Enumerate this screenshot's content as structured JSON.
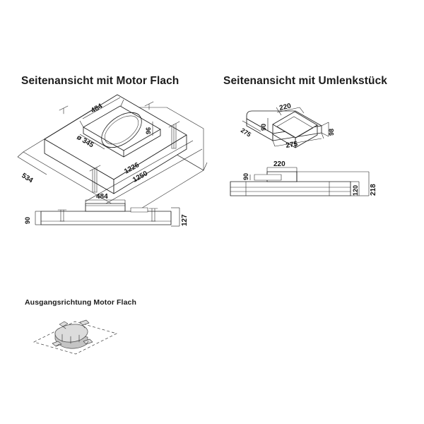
{
  "page": {
    "background": "#ffffff",
    "line_color": "#1d1d1d",
    "text_color": "#1c1c1c",
    "motor_fill": "#dcdcdc"
  },
  "sections": {
    "motor_flach": {
      "title": "Seitenansicht mit Motor Flach",
      "iso_view": {
        "dims": {
          "top_width": "484",
          "outlet_height": "96",
          "outlet_diameter": "ø 345",
          "depth": "534",
          "body_length": "1226",
          "overall_length": "1250"
        }
      },
      "front_view": {
        "dims": {
          "box_width": "484",
          "body_height": "90",
          "total_height": "127"
        }
      }
    },
    "umlenkstueck": {
      "title": "Seitenansicht mit Umlenkstück",
      "iso_view": {
        "dims": {
          "outlet_width": "220",
          "inlet_height": "90",
          "depth_left": "275",
          "side_height": "98",
          "depth_front": "275"
        }
      },
      "front_view": {
        "dims": {
          "duct_width": "220",
          "duct_height": "90",
          "body_height": "120",
          "total_height": "218"
        }
      }
    },
    "ausgangsrichtung": {
      "title": "Ausgangsrichtung Motor Flach"
    }
  }
}
